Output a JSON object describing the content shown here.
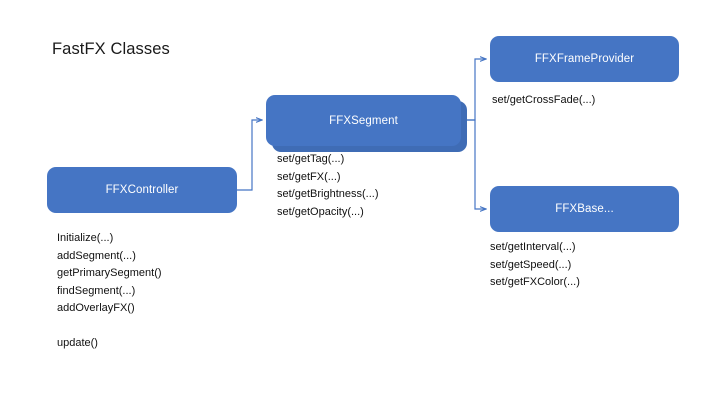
{
  "diagram": {
    "title": "FastFX Classes",
    "accent_color": "#4575c4",
    "connector_color": "#4575c4",
    "text_color": "#111111",
    "background": "#ffffff",
    "nodes": [
      {
        "id": "controller",
        "label": "FFXController",
        "methods": "Initialize(...)\naddSegment(...)\ngetPrimarySegment()\nfindSegment(...)\naddOverlayFX()\n\nupdate()"
      },
      {
        "id": "segment",
        "label": "FFXSegment",
        "methods": "set/getTag(...)\nset/getFX(...)\nset/getBrightness(...)\nset/getOpacity(...)"
      },
      {
        "id": "frameprovider",
        "label": "FFXFrameProvider",
        "methods": "set/getCrossFade(...)"
      },
      {
        "id": "base",
        "label": "FFXBase...",
        "methods": "set/getInterval(...)\nset/getSpeed(...)\nset/getFXColor(...)"
      }
    ],
    "edges": [
      {
        "from": "controller",
        "to": "segment"
      },
      {
        "from": "segment",
        "to": "frameprovider"
      },
      {
        "from": "segment",
        "to": "base"
      }
    ]
  }
}
